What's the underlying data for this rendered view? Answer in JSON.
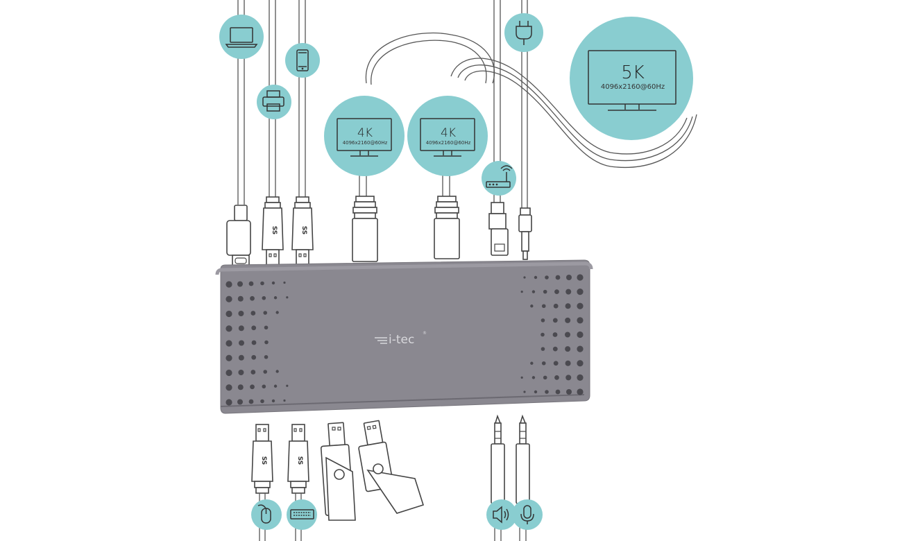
{
  "brand": {
    "logo_text": "i-tec",
    "registered": "®"
  },
  "monitors": [
    {
      "resolution_class": "4K",
      "spec": "4096x2160@60Hz"
    },
    {
      "resolution_class": "4K",
      "spec": "4096x2160@60Hz"
    },
    {
      "resolution_class": "5K",
      "spec": "4096x2160@60Hz"
    }
  ],
  "usb_plug_marks": [
    "SS",
    "SS",
    "SS",
    "SS"
  ],
  "icons": {
    "top": [
      "laptop-icon",
      "printer-icon",
      "smartphone-icon",
      "power-plug-icon",
      "router-icon"
    ],
    "bottom": [
      "mouse-icon",
      "keyboard-icon",
      "speaker-icon",
      "microphone-icon"
    ]
  },
  "colors": {
    "bubble": "#89cdd0",
    "dock_body": "#8a8890",
    "dock_top": "#9c9aa2",
    "outline": "#444444"
  }
}
